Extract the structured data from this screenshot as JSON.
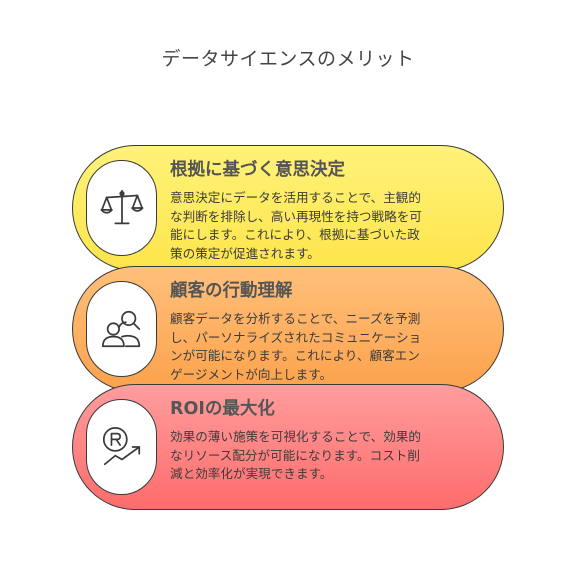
{
  "title": "データサイエンスのメリット",
  "cards": [
    {
      "heading": "根拠に基づく意思決定",
      "lines": [
        "意思決定にデータを活用することで、主観的",
        "な判断を排除し、高い再現性を持つ戦略を可",
        "能にします。これにより、根拠に基づいた政",
        "策の策定が促進されます。"
      ],
      "icon": "balance-scale-icon",
      "color": "#fde54b"
    },
    {
      "heading": "顧客の行動理解",
      "lines": [
        "顧客データを分析することで、ニーズを予測",
        "し、パーソナライズされたコミュニケーショ",
        "ンが可能になります。これにより、顧客エン",
        "ゲージメントが向上します。"
      ],
      "icon": "customer-search-icon",
      "color": "#fca24c"
    },
    {
      "heading": "ROIの最大化",
      "lines": [
        "効果の薄い施策を可視化することで、効果的",
        "なリソース配分が可能になります。コスト削",
        "減と効率化が実現できます。"
      ],
      "icon": "roi-growth-icon",
      "color": "#ff6c6c"
    }
  ]
}
